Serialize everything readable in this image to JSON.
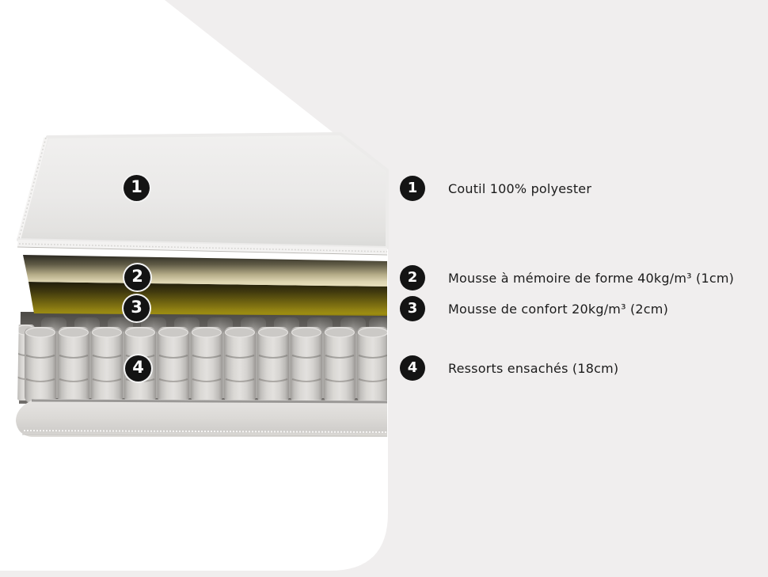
{
  "diagram": {
    "markers": [
      {
        "number": "1"
      },
      {
        "number": "2"
      },
      {
        "number": "3"
      },
      {
        "number": "4"
      }
    ]
  },
  "legend": {
    "items": [
      {
        "number": "1",
        "label": "Coutil 100% polyester"
      },
      {
        "number": "2",
        "label": "Mousse à mémoire de forme 40kg/m³ (1cm)"
      },
      {
        "number": "3",
        "label": "Mousse de confort 20kg/m³ (2cm)"
      },
      {
        "number": "4",
        "label": "Ressorts ensachés (18cm)"
      }
    ]
  },
  "colors": {
    "backdrop": "#f0eeee",
    "panel_white": "#ffffff",
    "badge_bg": "#141414",
    "badge_text": "#ffffff",
    "label_text": "#1b1b1b",
    "quilted_cover": "#e9e8e7",
    "memory_foam": "#ddd5b2",
    "comfort_foam": "#948413",
    "spring_fabric": "#d9d7d4"
  }
}
